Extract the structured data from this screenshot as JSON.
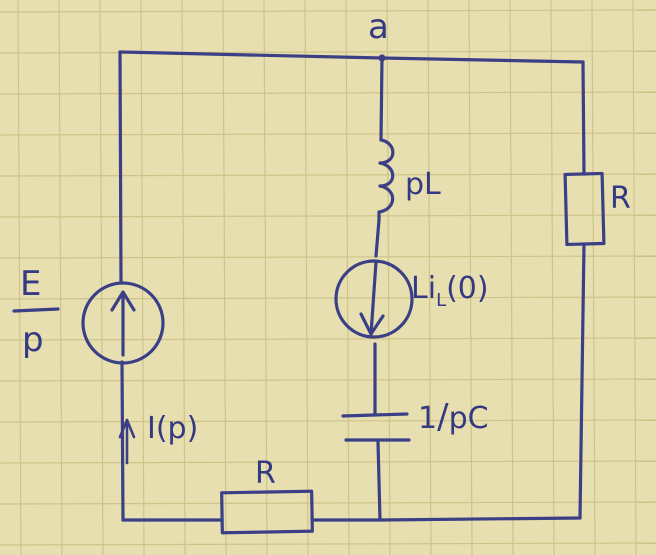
{
  "circuit": {
    "node_label": "a",
    "source_left": {
      "numerator": "E",
      "denominator": "p"
    },
    "current_label": "I(p)",
    "resistor_bottom": "R",
    "resistor_right": "R",
    "inductor_label": "pL",
    "initial_source": {
      "prefix": "L",
      "sub_i": "i",
      "sub_L": "L",
      "suffix": "(0)"
    },
    "capacitor_label": {
      "numerator": "1",
      "denominator": "pC"
    }
  },
  "colors": {
    "paper": "#e8dfb0",
    "grid": "#cfc389",
    "ink": "#3a3f86"
  }
}
